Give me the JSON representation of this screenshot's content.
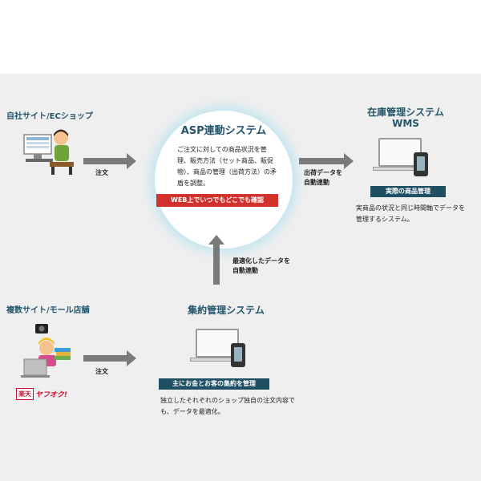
{
  "left_top": {
    "title": "自社サイト/ECショップ",
    "arrow_label": "注文"
  },
  "center": {
    "title": "ASP連動システム",
    "body": "ご注文に対しての商品状況を管理、販売方法（セット商品、販促物）、商品の管理（出荷方法）の矛盾を調整。",
    "banner": "WEB上でいつでもどこでも確認"
  },
  "right_top": {
    "title_line1": "在庫管理システム",
    "title_line2": "WMS",
    "arrow_label_line1": "出荷データを",
    "arrow_label_line2": "自動連動",
    "tag": "実際の商品管理",
    "desc": "実商品の状況と同じ時間軸でデータを管理するシステム。"
  },
  "vertical_arrow": {
    "label_line1": "最適化したデータを",
    "label_line2": "自動連動"
  },
  "left_bottom": {
    "title": "複数サイト/モール店舗",
    "arrow_label": "注文",
    "logo_rakuten": "楽天",
    "logo_yahuoku": "ヤフオク!"
  },
  "bottom_center": {
    "title": "集約管理システム",
    "tag": "主にお金とお客の集約を管理",
    "desc": "独立したそれぞれのショップ独自の注文内容でも、データを最適化。"
  },
  "colors": {
    "heading": "#23566b",
    "banner_red": "#d2322d",
    "tag_navy": "#1f4f63",
    "arrow_gray": "#7a7a7a",
    "panel_bg": "#efefef"
  }
}
